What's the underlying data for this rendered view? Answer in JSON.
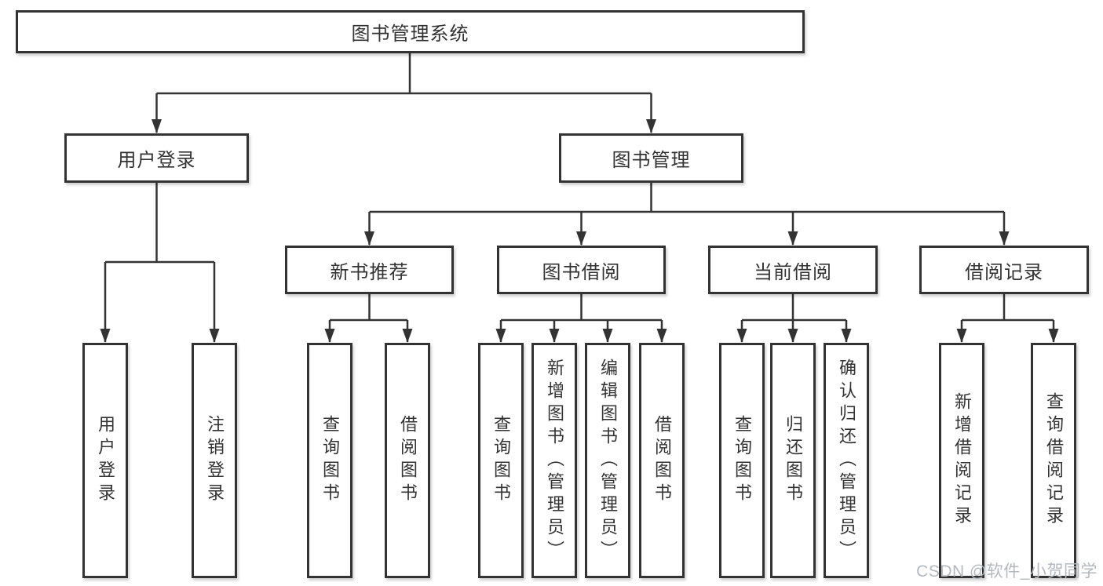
{
  "colors": {
    "line": "#333333",
    "text": "#333333",
    "watermark": "#b3b9bf"
  },
  "diagram": {
    "title": "图书管理系统",
    "branches": [
      {
        "label": "用户登录",
        "children": [
          {
            "label": "用户登录"
          },
          {
            "label": "注销登录"
          }
        ]
      },
      {
        "label": "图书管理",
        "children": [
          {
            "label": "新书推荐",
            "children": [
              {
                "label": "查询图书"
              },
              {
                "label": "借阅图书"
              }
            ]
          },
          {
            "label": "图书借阅",
            "children": [
              {
                "label": "查询图书"
              },
              {
                "label": "新增图书（管理员）"
              },
              {
                "label": "编辑图书（管理员）"
              },
              {
                "label": "借阅图书"
              }
            ]
          },
          {
            "label": "当前借阅",
            "children": [
              {
                "label": "查询图书"
              },
              {
                "label": "归还图书"
              },
              {
                "label": "确认归还（管理员）"
              }
            ]
          },
          {
            "label": "借阅记录",
            "children": [
              {
                "label": "新增借阅记录"
              },
              {
                "label": "查询借阅记录"
              }
            ]
          }
        ]
      }
    ]
  },
  "watermark": {
    "text": "CSDN @软件_小贺同学"
  }
}
